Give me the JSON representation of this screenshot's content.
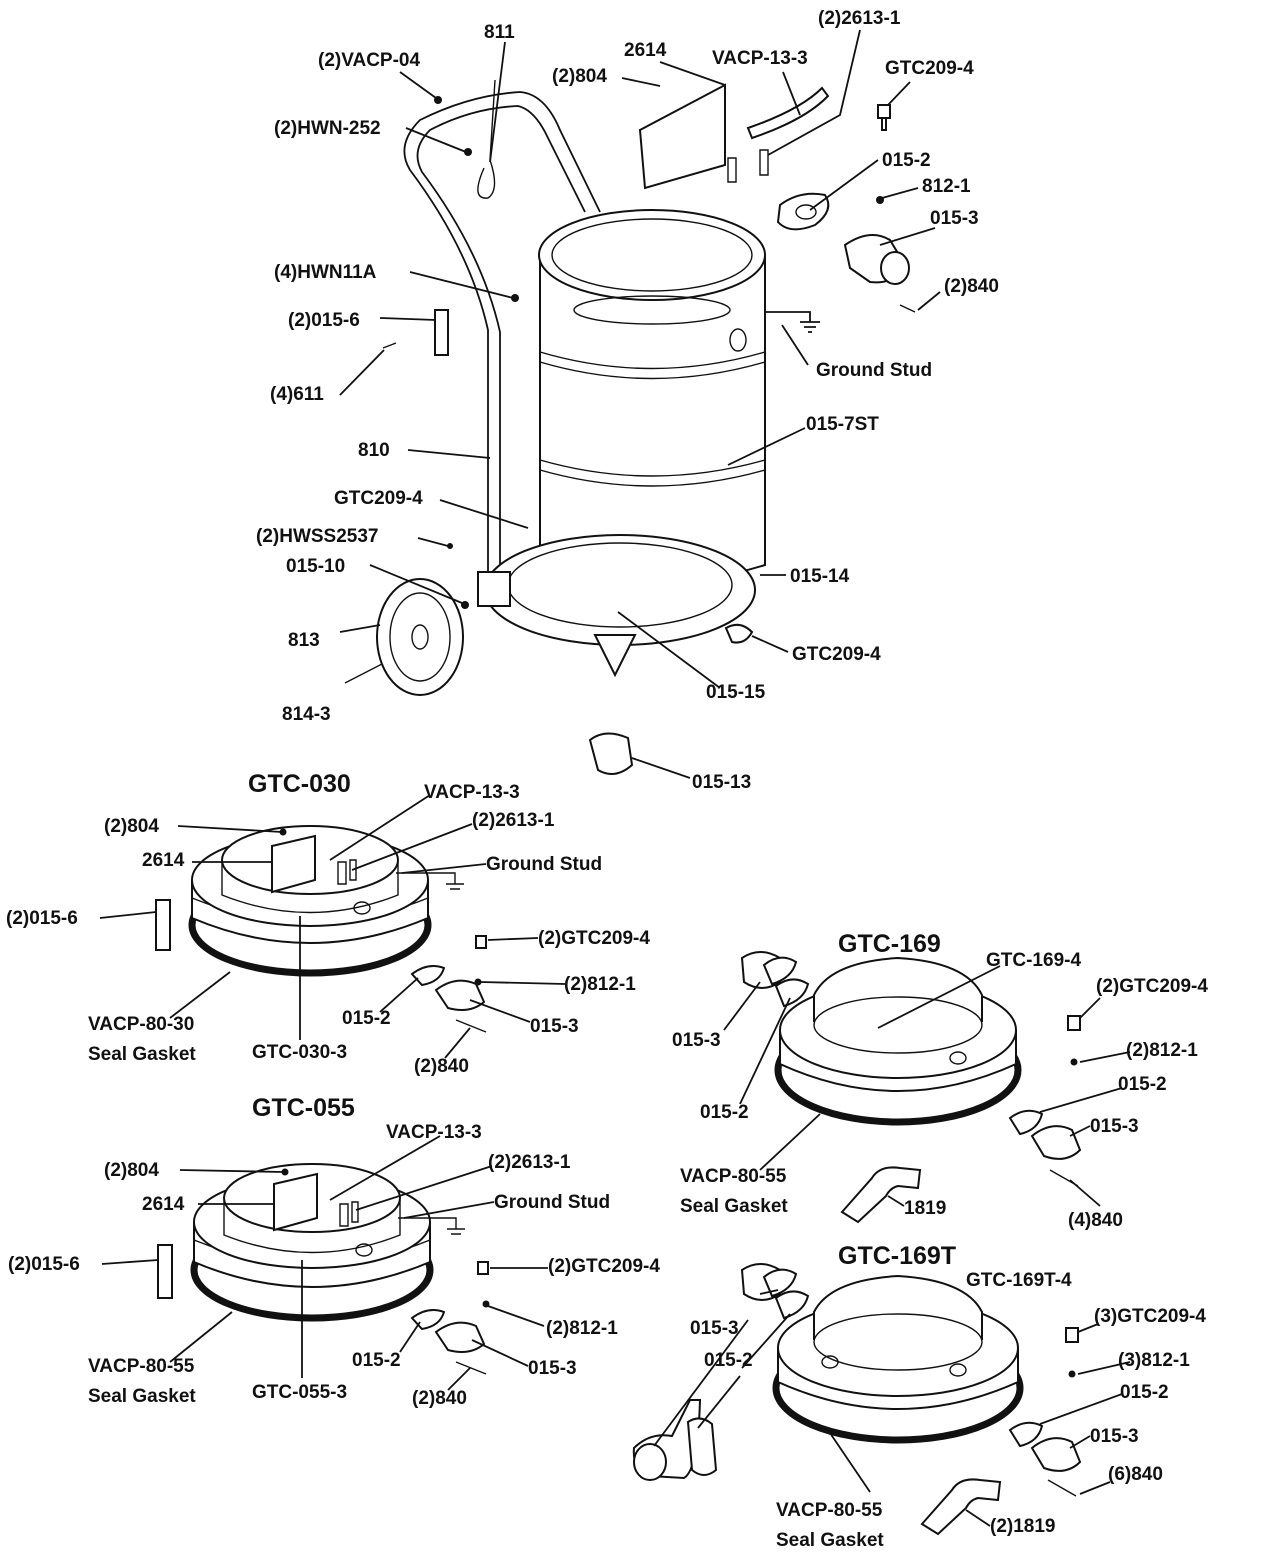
{
  "top_assembly": {
    "labels": {
      "vacp04": "(2)VACP-04",
      "p811": "811",
      "p2614": "2614",
      "p804": "(2)804",
      "vacp133": "VACP-13-3",
      "p26131": "(2)2613-1",
      "gtc2094_top": "GTC209-4",
      "hwn252": "(2)HWN-252",
      "p0152": "015-2",
      "p8121": "812-1",
      "p0153": "015-3",
      "hwn11a": "(4)HWN11A",
      "p840": "(2)840",
      "p0156": "(2)015-6",
      "ground_stud": "Ground Stud",
      "p611": "(4)611",
      "p0157st": "015-7ST",
      "p810": "810",
      "gtc2094_mid": "GTC209-4",
      "hwss2537": "(2)HWSS2537",
      "p01510": "015-10",
      "p01514": "015-14",
      "p813": "813",
      "gtc2094_low": "GTC209-4",
      "p01515": "015-15",
      "p8143": "814-3",
      "p01513": "015-13"
    }
  },
  "gtc030": {
    "title": "GTC-030",
    "labels": {
      "vacp133": "VACP-13-3",
      "p804": "(2)804",
      "p26131": "(2)2613-1",
      "p2614": "2614",
      "ground_stud": "Ground Stud",
      "p0156": "(2)015-6",
      "gtc2094": "(2)GTC209-4",
      "p8121": "(2)812-1",
      "p0152": "015-2",
      "p0153": "015-3",
      "gasket_part": "VACP-80-30",
      "gasket_name": "Seal Gasket",
      "body": "GTC-030-3",
      "p840": "(2)840"
    }
  },
  "gtc055": {
    "title": "GTC-055",
    "labels": {
      "vacp133": "VACP-13-3",
      "p804": "(2)804",
      "p26131": "(2)2613-1",
      "p2614": "2614",
      "ground_stud": "Ground Stud",
      "p0156": "(2)015-6",
      "gtc2094": "(2)GTC209-4",
      "p8121": "(2)812-1",
      "p0152": "015-2",
      "p0153": "015-3",
      "gasket_part": "VACP-80-55",
      "gasket_name": "Seal Gasket",
      "body": "GTC-055-3",
      "p840": "(2)840"
    }
  },
  "gtc169": {
    "title": "GTC-169",
    "labels": {
      "body": "GTC-169-4",
      "gtc2094": "(2)GTC209-4",
      "p8121": "(2)812-1",
      "p0153_left": "015-3",
      "p0152_right": "015-2",
      "p0153_right": "015-3",
      "p0152_left": "015-2",
      "gasket_part": "VACP-80-55",
      "gasket_name": "Seal Gasket",
      "p1819": "1819",
      "p840": "(4)840"
    }
  },
  "gtc169t": {
    "title": "GTC-169T",
    "labels": {
      "body": "GTC-169T-4",
      "gtc2094": "(3)GTC209-4",
      "p0153_left": "015-3",
      "p8121": "(3)812-1",
      "p0152_left": "015-2",
      "p0152_right": "015-2",
      "p0153_right": "015-3",
      "p840": "(6)840",
      "gasket_part": "VACP-80-55",
      "gasket_name": "Seal Gasket",
      "p1819": "(2)1819"
    }
  }
}
